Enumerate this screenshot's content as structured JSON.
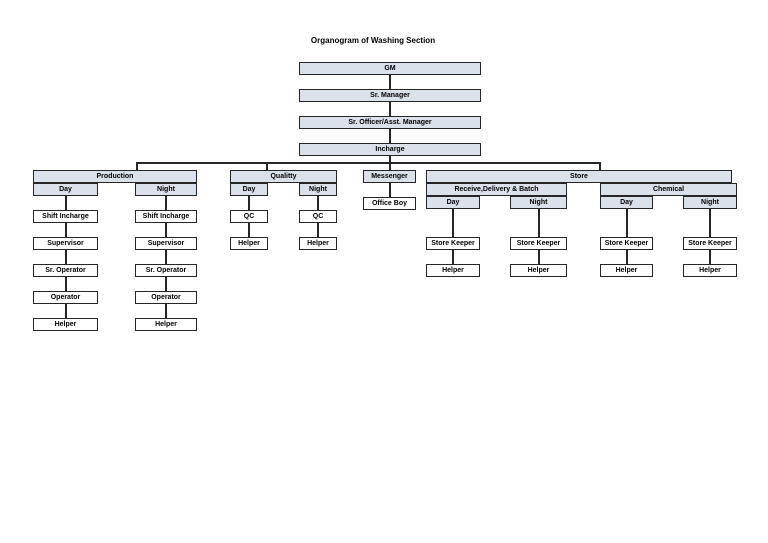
{
  "title": "Organogram of Washing Section",
  "colors": {
    "page_background": "#ffffff",
    "box_fill": "#dbe1ea",
    "box_border": "#262626",
    "connector_line": "#262626",
    "text": "#000000"
  },
  "org": {
    "chain": [
      "GM",
      "Sr. Manager",
      "Sr. Officer/Asst. Manager",
      "Incharge"
    ],
    "production": {
      "label": "Production",
      "day": {
        "label": "Day",
        "roles": [
          "Shift Incharge",
          "Supervisor",
          "Sr. Operator",
          "Operator",
          "Helper"
        ]
      },
      "night": {
        "label": "Night",
        "roles": [
          "Shift Incharge",
          "Supervisor",
          "Sr. Operator",
          "Operator",
          "Helper"
        ]
      }
    },
    "quality": {
      "label": "Qualitty",
      "day": {
        "label": "Day",
        "roles": [
          "QC",
          "Helper"
        ]
      },
      "night": {
        "label": "Night",
        "roles": [
          "QC",
          "Helper"
        ]
      }
    },
    "messenger": {
      "label": "Messenger",
      "roles": [
        "Office Boy"
      ]
    },
    "store": {
      "label": "Store",
      "receive_delivery_batch": {
        "label": "Receive,Delivery & Batch",
        "day": {
          "label": "Day",
          "roles": [
            "Store Keeper",
            "Helper"
          ]
        },
        "night": {
          "label": "Night",
          "roles": [
            "Store Keeper",
            "Helper"
          ]
        }
      },
      "chemical": {
        "label": "Chemical",
        "day": {
          "label": "Day",
          "roles": [
            "Store Keeper",
            "Helper"
          ]
        },
        "night": {
          "label": "Night",
          "roles": [
            "Store Keeper",
            "Helper"
          ]
        }
      }
    }
  }
}
